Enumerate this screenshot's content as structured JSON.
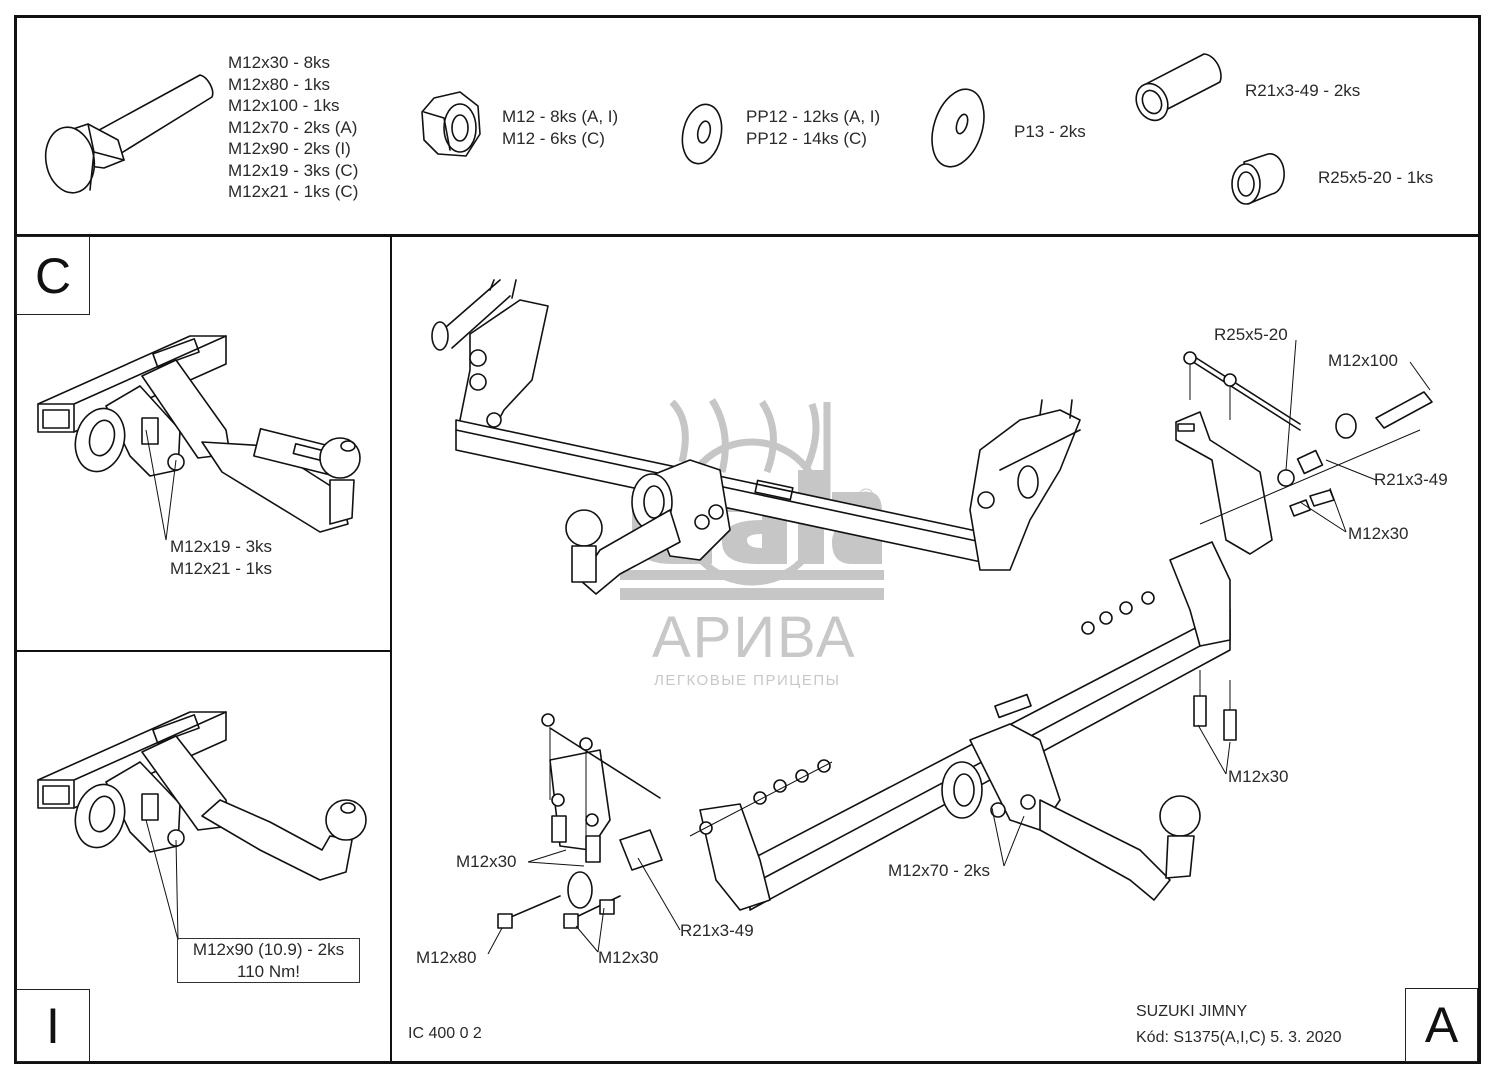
{
  "parts_list": {
    "bolts": [
      "M12x30 - 8ks",
      "M12x80 - 1ks",
      "M12x100 - 1ks",
      "M12x70 - 2ks (A)",
      "M12x90 - 2ks (I)",
      "M12x19 - 3ks (C)",
      "M12x21 - 1ks (C)"
    ],
    "nuts": [
      "M12 - 8ks (A, I)",
      "M12 - 6ks (C)"
    ],
    "washers": [
      "PP12 - 12ks (A, I)",
      "PP12 - 14ks (C)"
    ],
    "large_washer": "P13 - 2ks",
    "spacer_long": "R21x3-49 - 2ks",
    "spacer_short": "R25x5-20 - 1ks"
  },
  "variant_c": {
    "letter": "C",
    "callout": [
      "M12x19 - 3ks",
      "M12x21 - 1ks"
    ]
  },
  "variant_i": {
    "letter": "I",
    "callout": [
      "M12x90 (10.9) - 2ks",
      "110 Nm!"
    ]
  },
  "variant_a": {
    "letter": "A",
    "callouts": {
      "r25": "R25x5-20",
      "m12x100": "M12x100",
      "r21_right": "R21x3-49",
      "m12x30_right": "M12x30",
      "m12x30_lower_right": "M12x30",
      "m12x70": "M12x70 - 2ks",
      "m12x30_left": "M12x30",
      "m12x80": "M12x80",
      "m12x30_bottom": "M12x30",
      "r21_left": "R21x3-49"
    }
  },
  "watermark": {
    "brand_text": "АРИВА",
    "tagline": "ЛЕГКОВЫЕ ПРИЦЕПЫ",
    "registered_mark": "®"
  },
  "title_block": {
    "drawing_number": "IC 400 0 2",
    "vehicle": "SUZUKI JIMNY",
    "code": "Kód: S1375(A,I,C)  5. 3. 2020"
  }
}
